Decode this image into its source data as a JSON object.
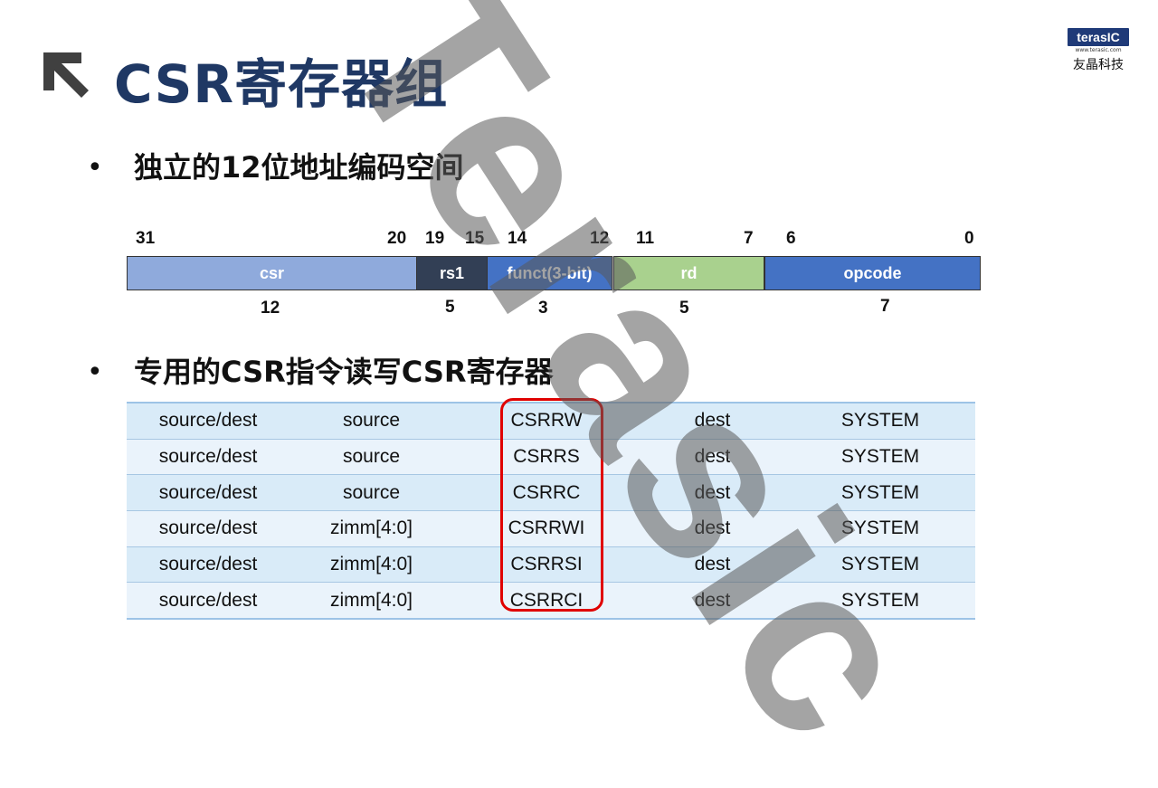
{
  "title": "CSR寄存器组",
  "logo": {
    "brand": "terasIC",
    "url": "www.terasic.com",
    "company": "友晶科技"
  },
  "bullets": [
    "独立的12位地址编码空间",
    "专用的CSR指令读写CSR寄存器"
  ],
  "bit_numbers": [
    "31",
    "20",
    "19",
    "15",
    "14",
    "12",
    "11",
    "7",
    "6",
    "0"
  ],
  "fields": [
    {
      "label": "csr",
      "width": "12",
      "color": "#8faadc"
    },
    {
      "label": "rs1",
      "width": "5",
      "color": "#323f55"
    },
    {
      "label": "funct(3-bit)",
      "width": "3",
      "color": "#4472c4"
    },
    {
      "label": "rd",
      "width": "5",
      "color": "#a9d18e"
    },
    {
      "label": "opcode",
      "width": "7",
      "color": "#4472c4"
    }
  ],
  "table": [
    [
      "source/dest",
      "source",
      "CSRRW",
      "dest",
      "SYSTEM"
    ],
    [
      "source/dest",
      "source",
      "CSRRS",
      "dest",
      "SYSTEM"
    ],
    [
      "source/dest",
      "source",
      "CSRRC",
      "dest",
      "SYSTEM"
    ],
    [
      "source/dest",
      "zimm[4:0]",
      "CSRRWI",
      "dest",
      "SYSTEM"
    ],
    [
      "source/dest",
      "zimm[4:0]",
      "CSRRSI",
      "dest",
      "SYSTEM"
    ],
    [
      "source/dest",
      "zimm[4:0]",
      "CSRRCI",
      "dest",
      "SYSTEM"
    ]
  ],
  "watermark": "Terasic",
  "icons": {
    "title_icon": "arrow-up-left-icon"
  }
}
